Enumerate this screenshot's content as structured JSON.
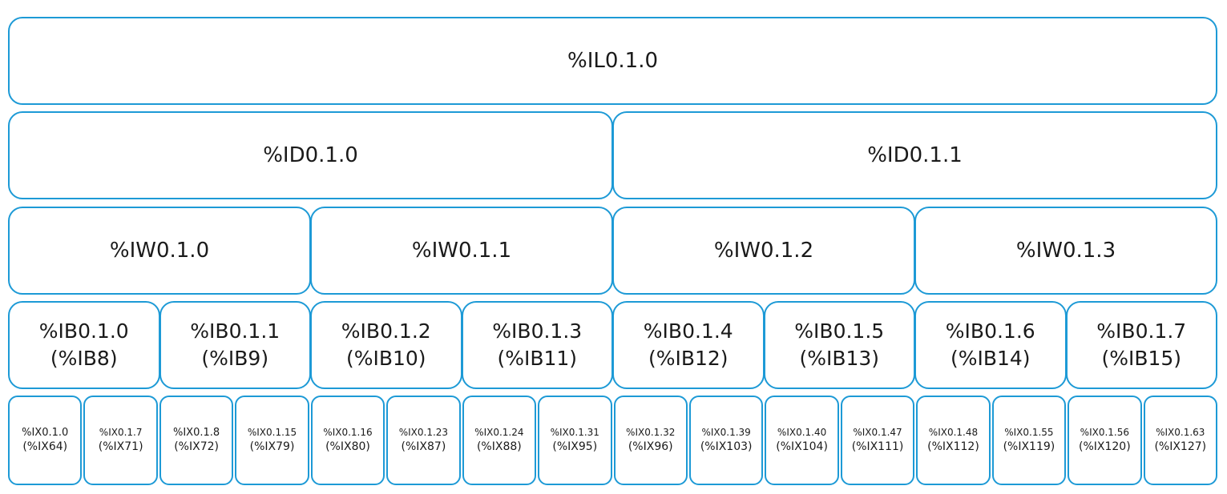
{
  "lword": [
    "%IL0.1.0"
  ],
  "dwords": [
    "%ID0.1.0",
    "%ID0.1.1"
  ],
  "words": [
    "%IW0.1.0",
    "%IW0.1.1",
    "%IW0.1.2",
    "%IW0.1.3"
  ],
  "bytes": [
    {
      "label": "%IB0.1.0",
      "alias": "(%IB8)"
    },
    {
      "label": "%IB0.1.1",
      "alias": "(%IB9)"
    },
    {
      "label": "%IB0.1.2",
      "alias": "(%IB10)"
    },
    {
      "label": "%IB0.1.3",
      "alias": "(%IB11)"
    },
    {
      "label": "%IB0.1.4",
      "alias": "(%IB12)"
    },
    {
      "label": "%IB0.1.5",
      "alias": "(%IB13)"
    },
    {
      "label": "%IB0.1.6",
      "alias": "(%IB14)"
    },
    {
      "label": "%IB0.1.7",
      "alias": "(%IB15)"
    }
  ],
  "bits": [
    {
      "label": "%IX0.1.0",
      "alias": "(%IX64)"
    },
    {
      "label": "%IX0.1.7",
      "alias": "(%IX71)"
    },
    {
      "label": "%IX0.1.8",
      "alias": "(%IX72)"
    },
    {
      "label": "%IX0.1.15",
      "alias": "(%IX79)"
    },
    {
      "label": "%IX0.1.16",
      "alias": "(%IX80)"
    },
    {
      "label": "%IX0.1.23",
      "alias": "(%IX87)"
    },
    {
      "label": "%IX0.1.24",
      "alias": "(%IX88)"
    },
    {
      "label": "%IX0.1.31",
      "alias": "(%IX95)"
    },
    {
      "label": "%IX0.1.32",
      "alias": "(%IX96)"
    },
    {
      "label": "%IX0.1.39",
      "alias": "(%IX103)"
    },
    {
      "label": "%IX0.1.40",
      "alias": "(%IX104)"
    },
    {
      "label": "%IX0.1.47",
      "alias": "(%IX111)"
    },
    {
      "label": "%IX0.1.48",
      "alias": "(%IX112)"
    },
    {
      "label": "%IX0.1.55",
      "alias": "(%IX119)"
    },
    {
      "label": "%IX0.1.56",
      "alias": "(%IX120)"
    },
    {
      "label": "%IX0.1.63",
      "alias": "(%IX127)"
    }
  ],
  "colors": {
    "border": "#1d9ad6",
    "text": "#1a1a1a",
    "background": "#ffffff"
  }
}
